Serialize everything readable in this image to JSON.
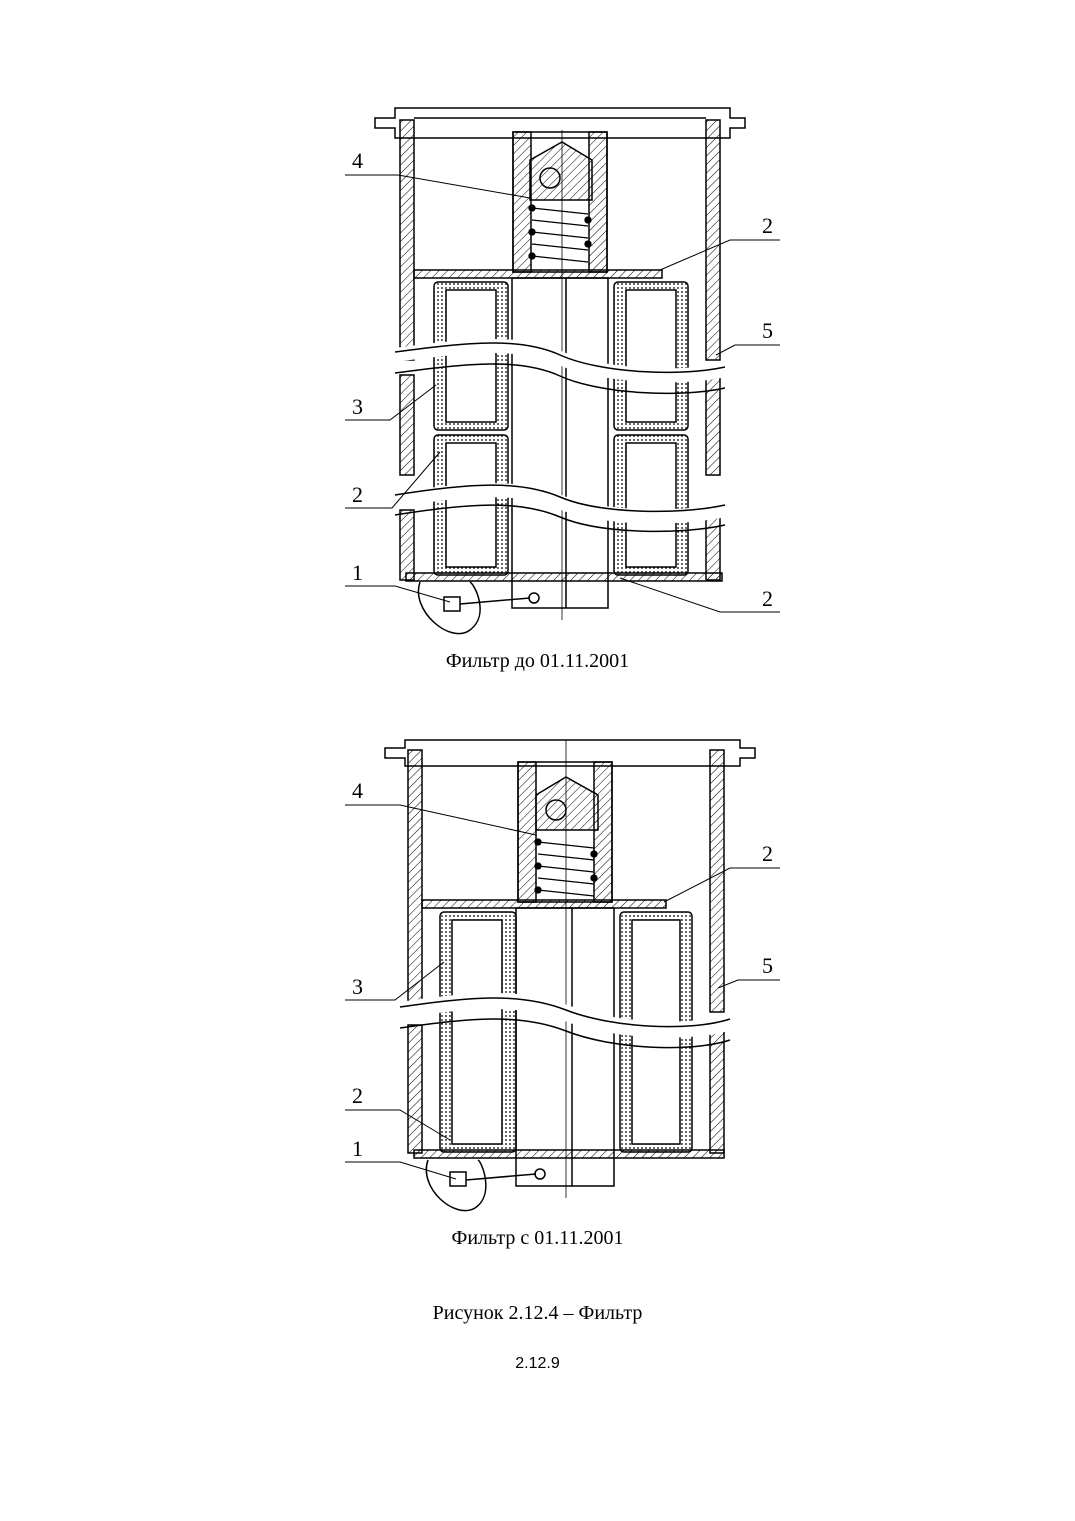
{
  "figure1": {
    "caption": "Фильтр до 01.11.2001",
    "leaders": [
      {
        "label": "4",
        "side": "left"
      },
      {
        "label": "2",
        "side": "right"
      },
      {
        "label": "5",
        "side": "right"
      },
      {
        "label": "3",
        "side": "left"
      },
      {
        "label": "2",
        "side": "left"
      },
      {
        "label": "1",
        "side": "left"
      },
      {
        "label": "2",
        "side": "right"
      }
    ]
  },
  "figure2": {
    "caption": "Фильтр с 01.11.2001",
    "leaders": [
      {
        "label": "4",
        "side": "left"
      },
      {
        "label": "2",
        "side": "right"
      },
      {
        "label": "5",
        "side": "right"
      },
      {
        "label": "3",
        "side": "left"
      },
      {
        "label": "2",
        "side": "left"
      },
      {
        "label": "1",
        "side": "left"
      }
    ]
  },
  "figure_title": "Рисунок 2.12.4 – Фильтр",
  "page_number": "2.12.9"
}
